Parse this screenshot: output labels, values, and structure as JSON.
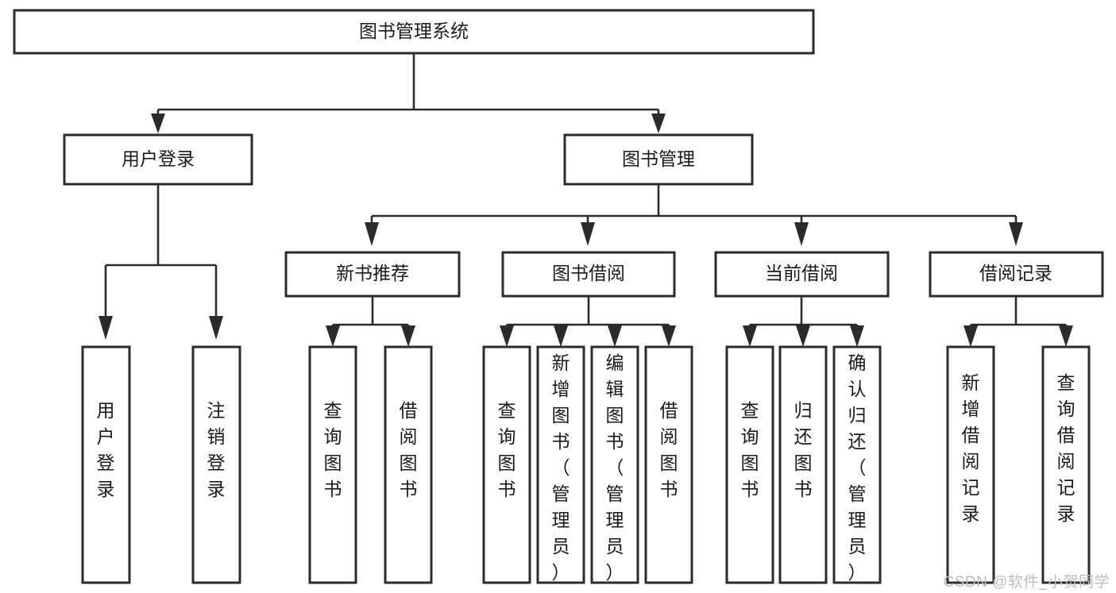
{
  "diagram": {
    "type": "tree-hierarchy",
    "title": "图书管理系统",
    "watermark": "CSDN @软件_小贺同学",
    "colors": {
      "background": "#ffffff",
      "box_stroke": "#2b2b2b",
      "box_fill": "#ffffff",
      "text": "#1a1a1a",
      "connector": "#2b2b2b",
      "watermark": "#bdbdbd"
    },
    "levels": {
      "root": {
        "label": "图书管理系统"
      },
      "level2": [
        {
          "id": "user-login",
          "label": "用户登录"
        },
        {
          "id": "book-manage",
          "label": "图书管理"
        }
      ],
      "level3": [
        {
          "id": "new-book-recommend",
          "label": "新书推荐"
        },
        {
          "id": "book-borrow",
          "label": "图书借阅"
        },
        {
          "id": "current-borrow",
          "label": "当前借阅"
        },
        {
          "id": "borrow-record",
          "label": "借阅记录"
        }
      ],
      "leaves": {
        "user_login": [
          {
            "id": "leaf-user-login",
            "label": "用户登录"
          },
          {
            "id": "leaf-logout",
            "label": "注销登录"
          }
        ],
        "new_book_recommend": [
          {
            "id": "leaf-query-book-1",
            "label": "查询图书"
          },
          {
            "id": "leaf-borrow-book-1",
            "label": "借阅图书"
          }
        ],
        "book_borrow": [
          {
            "id": "leaf-query-book-2",
            "label": "查询图书"
          },
          {
            "id": "leaf-add-book",
            "label": "新增图书（管理员）"
          },
          {
            "id": "leaf-edit-book",
            "label": "编辑图书（管理员）"
          },
          {
            "id": "leaf-borrow-book-2",
            "label": "借阅图书"
          }
        ],
        "current_borrow": [
          {
            "id": "leaf-query-book-3",
            "label": "查询图书"
          },
          {
            "id": "leaf-return-book",
            "label": "归还图书"
          },
          {
            "id": "leaf-confirm-return",
            "label": "确认归还（管理员）"
          }
        ],
        "borrow_record": [
          {
            "id": "leaf-add-record",
            "label": "新增借阅记录"
          },
          {
            "id": "leaf-query-record",
            "label": "查询借阅记录"
          }
        ]
      }
    }
  }
}
